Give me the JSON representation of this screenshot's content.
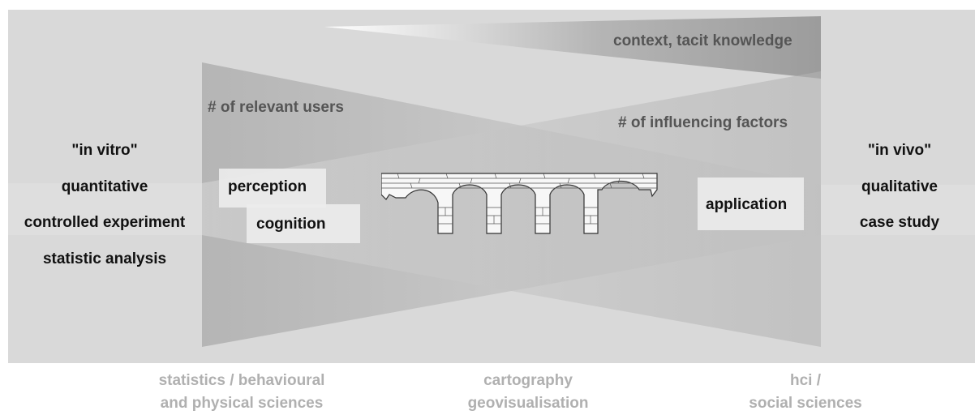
{
  "left_terms": [
    "\"in vitro\"",
    "quantitative",
    "controlled experiment",
    "statistic analysis"
  ],
  "right_terms": [
    "\"in vivo\"",
    "qualitative",
    "case study"
  ],
  "shapes": {
    "context": "context, tacit knowledge",
    "relevant_users": "# of relevant users",
    "influencing_factors": "# of influencing factors"
  },
  "boxes": {
    "perception": "perception",
    "cognition": "cognition",
    "application": "application"
  },
  "disciplines": {
    "left": [
      "statistics / behavioural",
      "and physical sciences"
    ],
    "center": [
      "cartography",
      "geovisualisation"
    ],
    "right": [
      "hci /",
      "social sciences"
    ]
  },
  "colors": {
    "panel": "#d9d9d9",
    "shape_dark": "#a6a6a6",
    "term_text": "#111111",
    "shape_text": "#555555",
    "discipline_text": "#b0b0b0"
  },
  "icons": {
    "center": "aqueduct-bridge-icon"
  }
}
